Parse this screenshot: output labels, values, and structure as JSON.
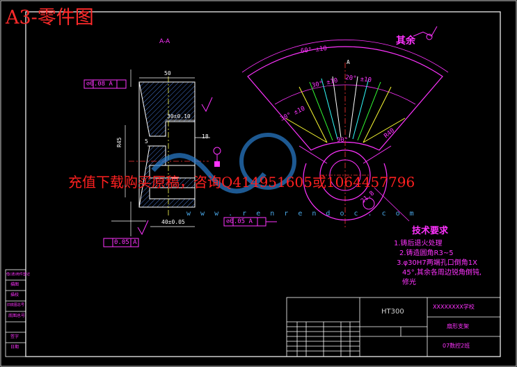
{
  "sheet_title": "A3-零件图",
  "watermark": "充值下载购买原稿，咨询Q414951605或1064457796",
  "watermark_url": "w w w . r e n r e n d o c . c o m",
  "section_label": "A-A",
  "remaining_roughness": "其余",
  "technical_requirements": {
    "title": "技术要求",
    "items": [
      "1.铸后退火处理",
      "2.铸造圆角R3~5",
      "3.φ30H7两端孔口倒角1X",
      "45°,其余各周边锐角倒钝,",
      "修光"
    ]
  },
  "dimensions": {
    "width_50": "50",
    "gdt_top": "⊘0.08 A",
    "dim_30": "30±0.10",
    "dim_r45": "R45",
    "dim_5": "5",
    "dim_18": "18",
    "dim_40": "40±0.05",
    "gdt_mid": "⊘0.05 A",
    "gdt_bottom": "0.05 A",
    "datum_a": "A",
    "angle_60": "60° ±10",
    "angle_30a": "30° ±10",
    "angle_20": "20° ±10",
    "angle_30b": "30° ±10",
    "angle_90": "90°",
    "radius_r40": "R40",
    "dim_218": "21.8"
  },
  "title_block": {
    "material": "HT300",
    "school": "XXXXXXXX学校",
    "part_name": "扇形支架",
    "drawing_code": "07数控2班",
    "left_labels": [
      "借(通)用件登记",
      "描图",
      "描校",
      "旧底图总号",
      "底图总号",
      "签字",
      "日期"
    ]
  }
}
